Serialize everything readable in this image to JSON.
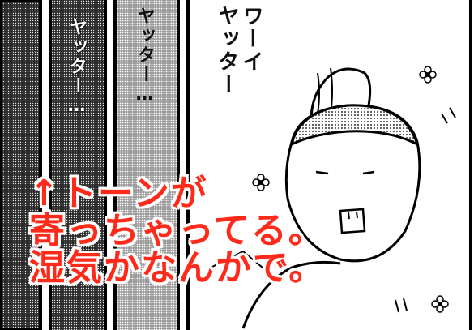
{
  "panel_text": {
    "col1": "ヤッター…",
    "col2": "ヤッター…",
    "shout_line1": "ワーイ",
    "shout_line2": "ヤッター"
  },
  "annotation": {
    "line1": "↑トーンが",
    "line2": "寄っちゃってる。",
    "line3": "湿気かなんかで。"
  },
  "colors": {
    "annotation": "#ff2a1a",
    "ink": "#111111"
  }
}
